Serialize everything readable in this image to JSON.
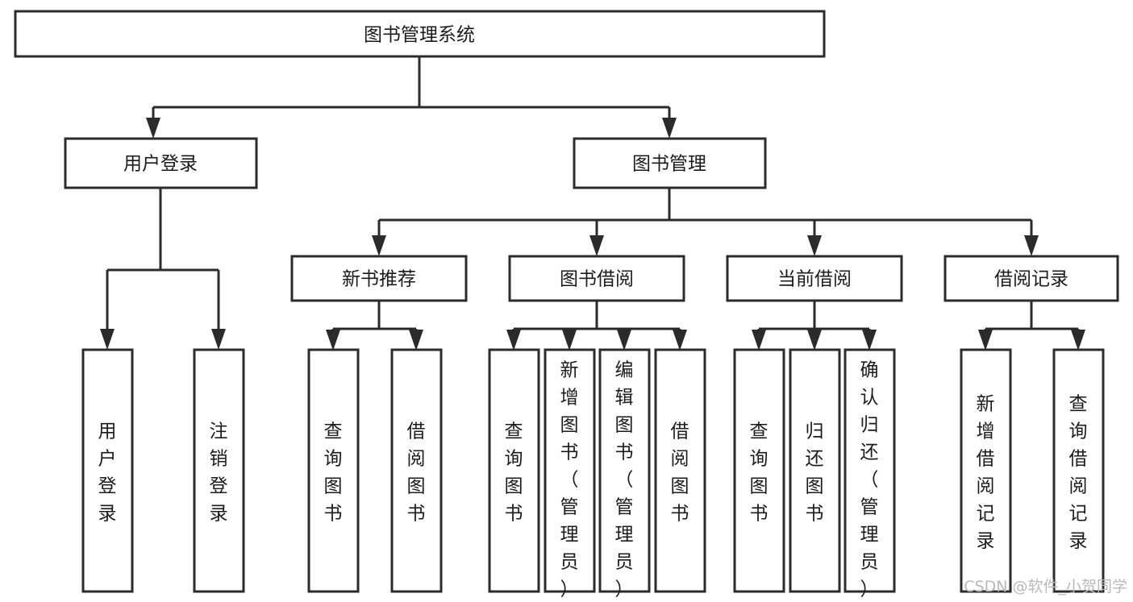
{
  "diagram": {
    "title": "图书管理系统",
    "type": "hierarchy-tree",
    "levels": 4,
    "root": {
      "id": "root",
      "label": "图书管理系统"
    },
    "level2": [
      {
        "id": "user-login",
        "label": "用户登录"
      },
      {
        "id": "book-management",
        "label": "图书管理"
      }
    ],
    "level3": [
      {
        "id": "new-book-recommend",
        "label": "新书推荐",
        "parent": "book-management"
      },
      {
        "id": "book-borrow",
        "label": "图书借阅",
        "parent": "book-management"
      },
      {
        "id": "current-borrow",
        "label": "当前借阅",
        "parent": "book-management"
      },
      {
        "id": "borrow-record",
        "label": "借阅记录",
        "parent": "book-management"
      }
    ],
    "leaves": [
      {
        "id": "leaf-user-login",
        "label": "用户登录",
        "parent": "user-login"
      },
      {
        "id": "leaf-user-logout",
        "label": "注销登录",
        "parent": "user-login"
      },
      {
        "id": "leaf-query-book-1",
        "label": "查询图书",
        "parent": "new-book-recommend"
      },
      {
        "id": "leaf-borrow-book-1",
        "label": "借阅图书",
        "parent": "new-book-recommend"
      },
      {
        "id": "leaf-query-book-2",
        "label": "查询图书",
        "parent": "book-borrow"
      },
      {
        "id": "leaf-add-book",
        "label": "新增图书（管理员）",
        "parent": "book-borrow"
      },
      {
        "id": "leaf-edit-book",
        "label": "编辑图书（管理员）",
        "parent": "book-borrow"
      },
      {
        "id": "leaf-borrow-book-2",
        "label": "借阅图书",
        "parent": "book-borrow"
      },
      {
        "id": "leaf-query-book-3",
        "label": "查询图书",
        "parent": "current-borrow"
      },
      {
        "id": "leaf-return-book",
        "label": "归还图书",
        "parent": "current-borrow"
      },
      {
        "id": "leaf-confirm-return",
        "label": "确认归还（管理员）",
        "parent": "current-borrow"
      },
      {
        "id": "leaf-add-record",
        "label": "新增借阅记录",
        "parent": "borrow-record"
      },
      {
        "id": "leaf-query-record",
        "label": "查询借阅记录",
        "parent": "borrow-record"
      }
    ]
  },
  "watermark": {
    "text": "CSDN @软件_小贺同学"
  },
  "colors": {
    "stroke": "#2b2b2b",
    "fill": "#ffffff",
    "text": "#1b1b1b",
    "watermark": "#b9b9b9"
  }
}
